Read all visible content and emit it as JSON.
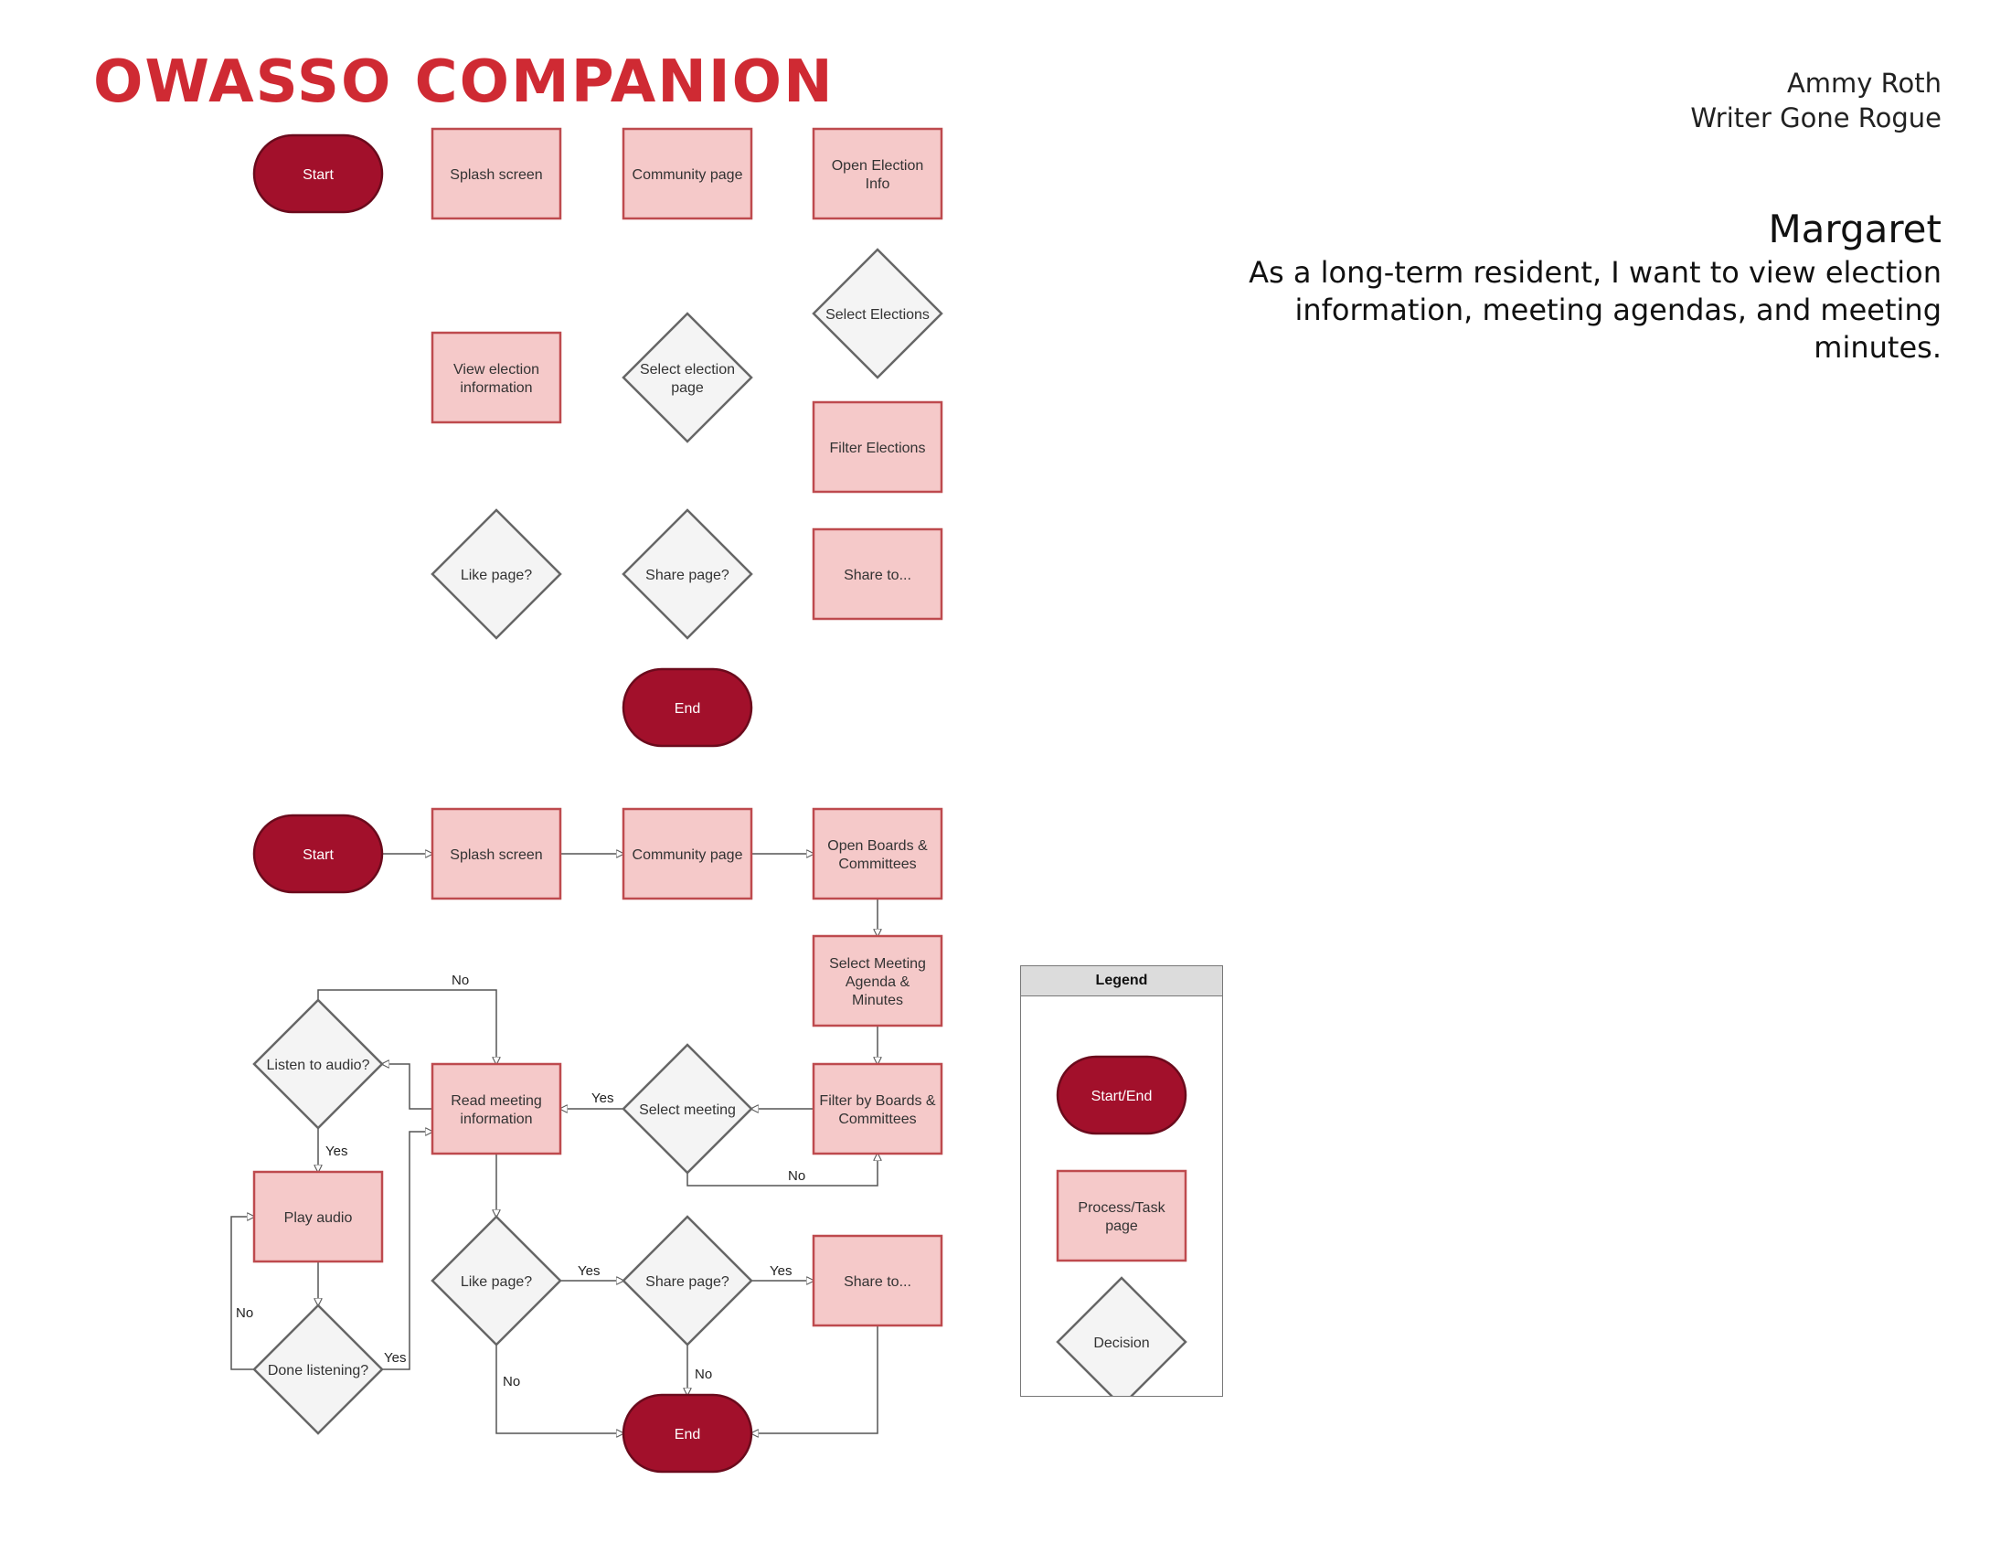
{
  "header": {
    "app_title": "OWASSO COMPANION",
    "author_name": "Ammy Roth",
    "author_org": "Writer Gone Rogue"
  },
  "persona": {
    "name": "Margaret",
    "story": "As a long-term resident, I want to view election information, meeting agendas, and meeting minutes."
  },
  "colors": {
    "title": "#cf2a33",
    "terminal_fill": "#a2102b",
    "terminal_stroke": "#6b0a1c",
    "process_fill": "#f5c9c9",
    "process_stroke": "#be4a4e",
    "decision_fill": "#f4f4f4",
    "decision_stroke": "#666666"
  },
  "flow1": {
    "start": "Start",
    "splash": "Splash screen",
    "community": "Community page",
    "open_election": [
      "Open Election",
      "Info"
    ],
    "select_elections": "Select Elections",
    "select_election_page": [
      "Select election",
      "page"
    ],
    "view_election": [
      "View election",
      "information"
    ],
    "filter_elections": "Filter Elections",
    "like_page": "Like page?",
    "share_page": "Share page?",
    "share_to": "Share to...",
    "end": "End"
  },
  "flow2": {
    "start": "Start",
    "splash": "Splash screen",
    "community": "Community page",
    "open_boards": [
      "Open Boards &",
      "Committees"
    ],
    "select_meeting_agenda": [
      "Select Meeting",
      "Agenda &",
      "Minutes"
    ],
    "filter_boards": [
      "Filter by Boards &",
      "Committees"
    ],
    "select_meeting": "Select meeting",
    "read_meeting": [
      "Read meeting",
      "information"
    ],
    "listen_audio": "Listen to audio?",
    "play_audio": "Play audio",
    "done_listening": "Done listening?",
    "like_page": "Like page?",
    "share_page": "Share page?",
    "share_to": "Share to...",
    "end": "End",
    "yes": "Yes",
    "no": "No"
  },
  "legend": {
    "title": "Legend",
    "terminal": "Start/End",
    "process": [
      "Process/Task",
      "page"
    ],
    "decision": "Decision"
  }
}
